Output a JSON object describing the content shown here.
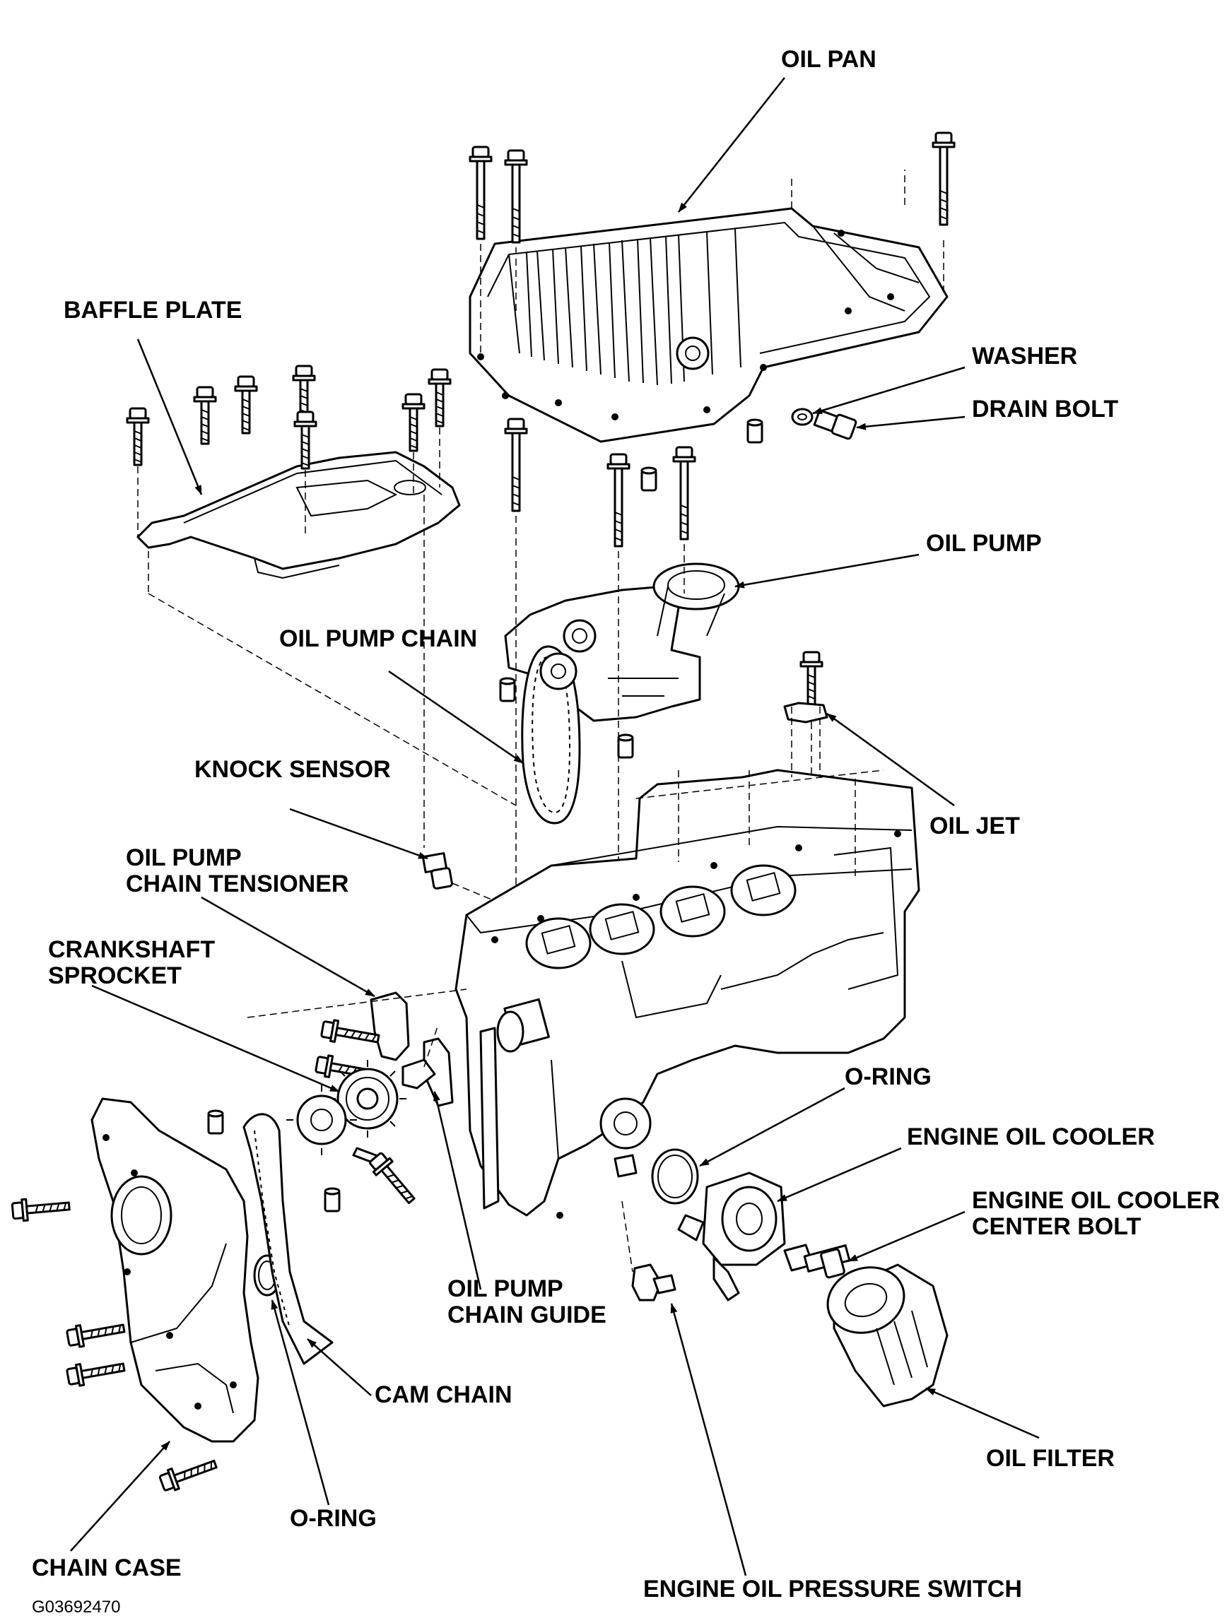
{
  "labels": {
    "oil_pan": "OIL PAN",
    "baffle_plate": "BAFFLE PLATE",
    "washer": "WASHER",
    "drain_bolt": "DRAIN BOLT",
    "oil_pump": "OIL PUMP",
    "oil_pump_chain": "OIL PUMP CHAIN",
    "knock_sensor": "KNOCK SENSOR",
    "oil_jet": "OIL JET",
    "oil_pump_chain_tensioner_1": "OIL PUMP",
    "oil_pump_chain_tensioner_2": "CHAIN TENSIONER",
    "crankshaft_sprocket_1": "CRANKSHAFT",
    "crankshaft_sprocket_2": "SPROCKET",
    "o_ring_top": "O-RING",
    "engine_oil_cooler": "ENGINE OIL COOLER",
    "engine_oil_cooler_center_bolt_1": "ENGINE OIL COOLER",
    "engine_oil_cooler_center_bolt_2": "CENTER BOLT",
    "oil_pump_chain_guide_1": "OIL PUMP",
    "oil_pump_chain_guide_2": "CHAIN GUIDE",
    "cam_chain": "CAM CHAIN",
    "oil_filter": "OIL FILTER",
    "o_ring_bottom": "O-RING",
    "chain_case": "CHAIN CASE",
    "engine_oil_pressure_switch": "ENGINE OIL PRESSURE SWITCH"
  },
  "figure_code": "G03692470"
}
